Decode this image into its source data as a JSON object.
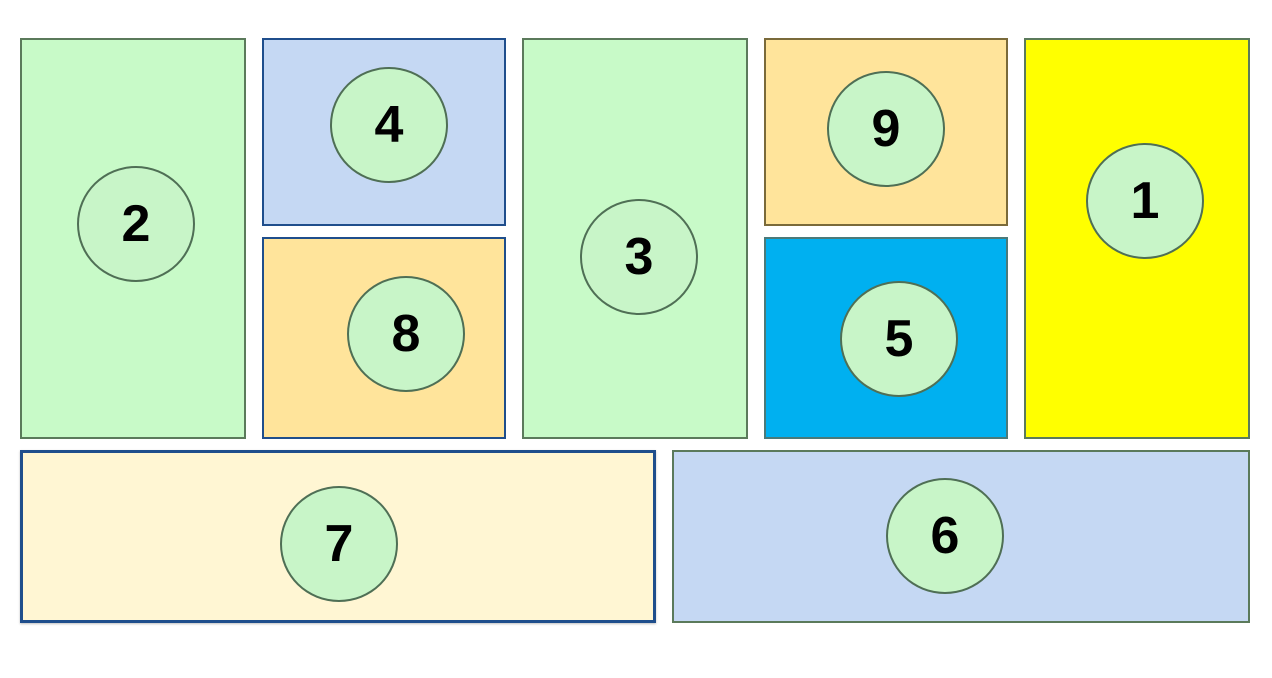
{
  "diagram": {
    "boxes": [
      {
        "id": "2",
        "label": "2",
        "color": "#c8fac8"
      },
      {
        "id": "4",
        "label": "4",
        "color": "#c5d8f3"
      },
      {
        "id": "8",
        "label": "8",
        "color": "#ffe49b"
      },
      {
        "id": "3",
        "label": "3",
        "color": "#c8fac8"
      },
      {
        "id": "9",
        "label": "9",
        "color": "#ffe49b"
      },
      {
        "id": "5",
        "label": "5",
        "color": "#00b0f0"
      },
      {
        "id": "1",
        "label": "1",
        "color": "#ffff00"
      },
      {
        "id": "7",
        "label": "7",
        "color": "#fff6d3"
      },
      {
        "id": "6",
        "label": "6",
        "color": "#c5d8f3"
      }
    ],
    "badge_color": "#c8f5c8"
  }
}
